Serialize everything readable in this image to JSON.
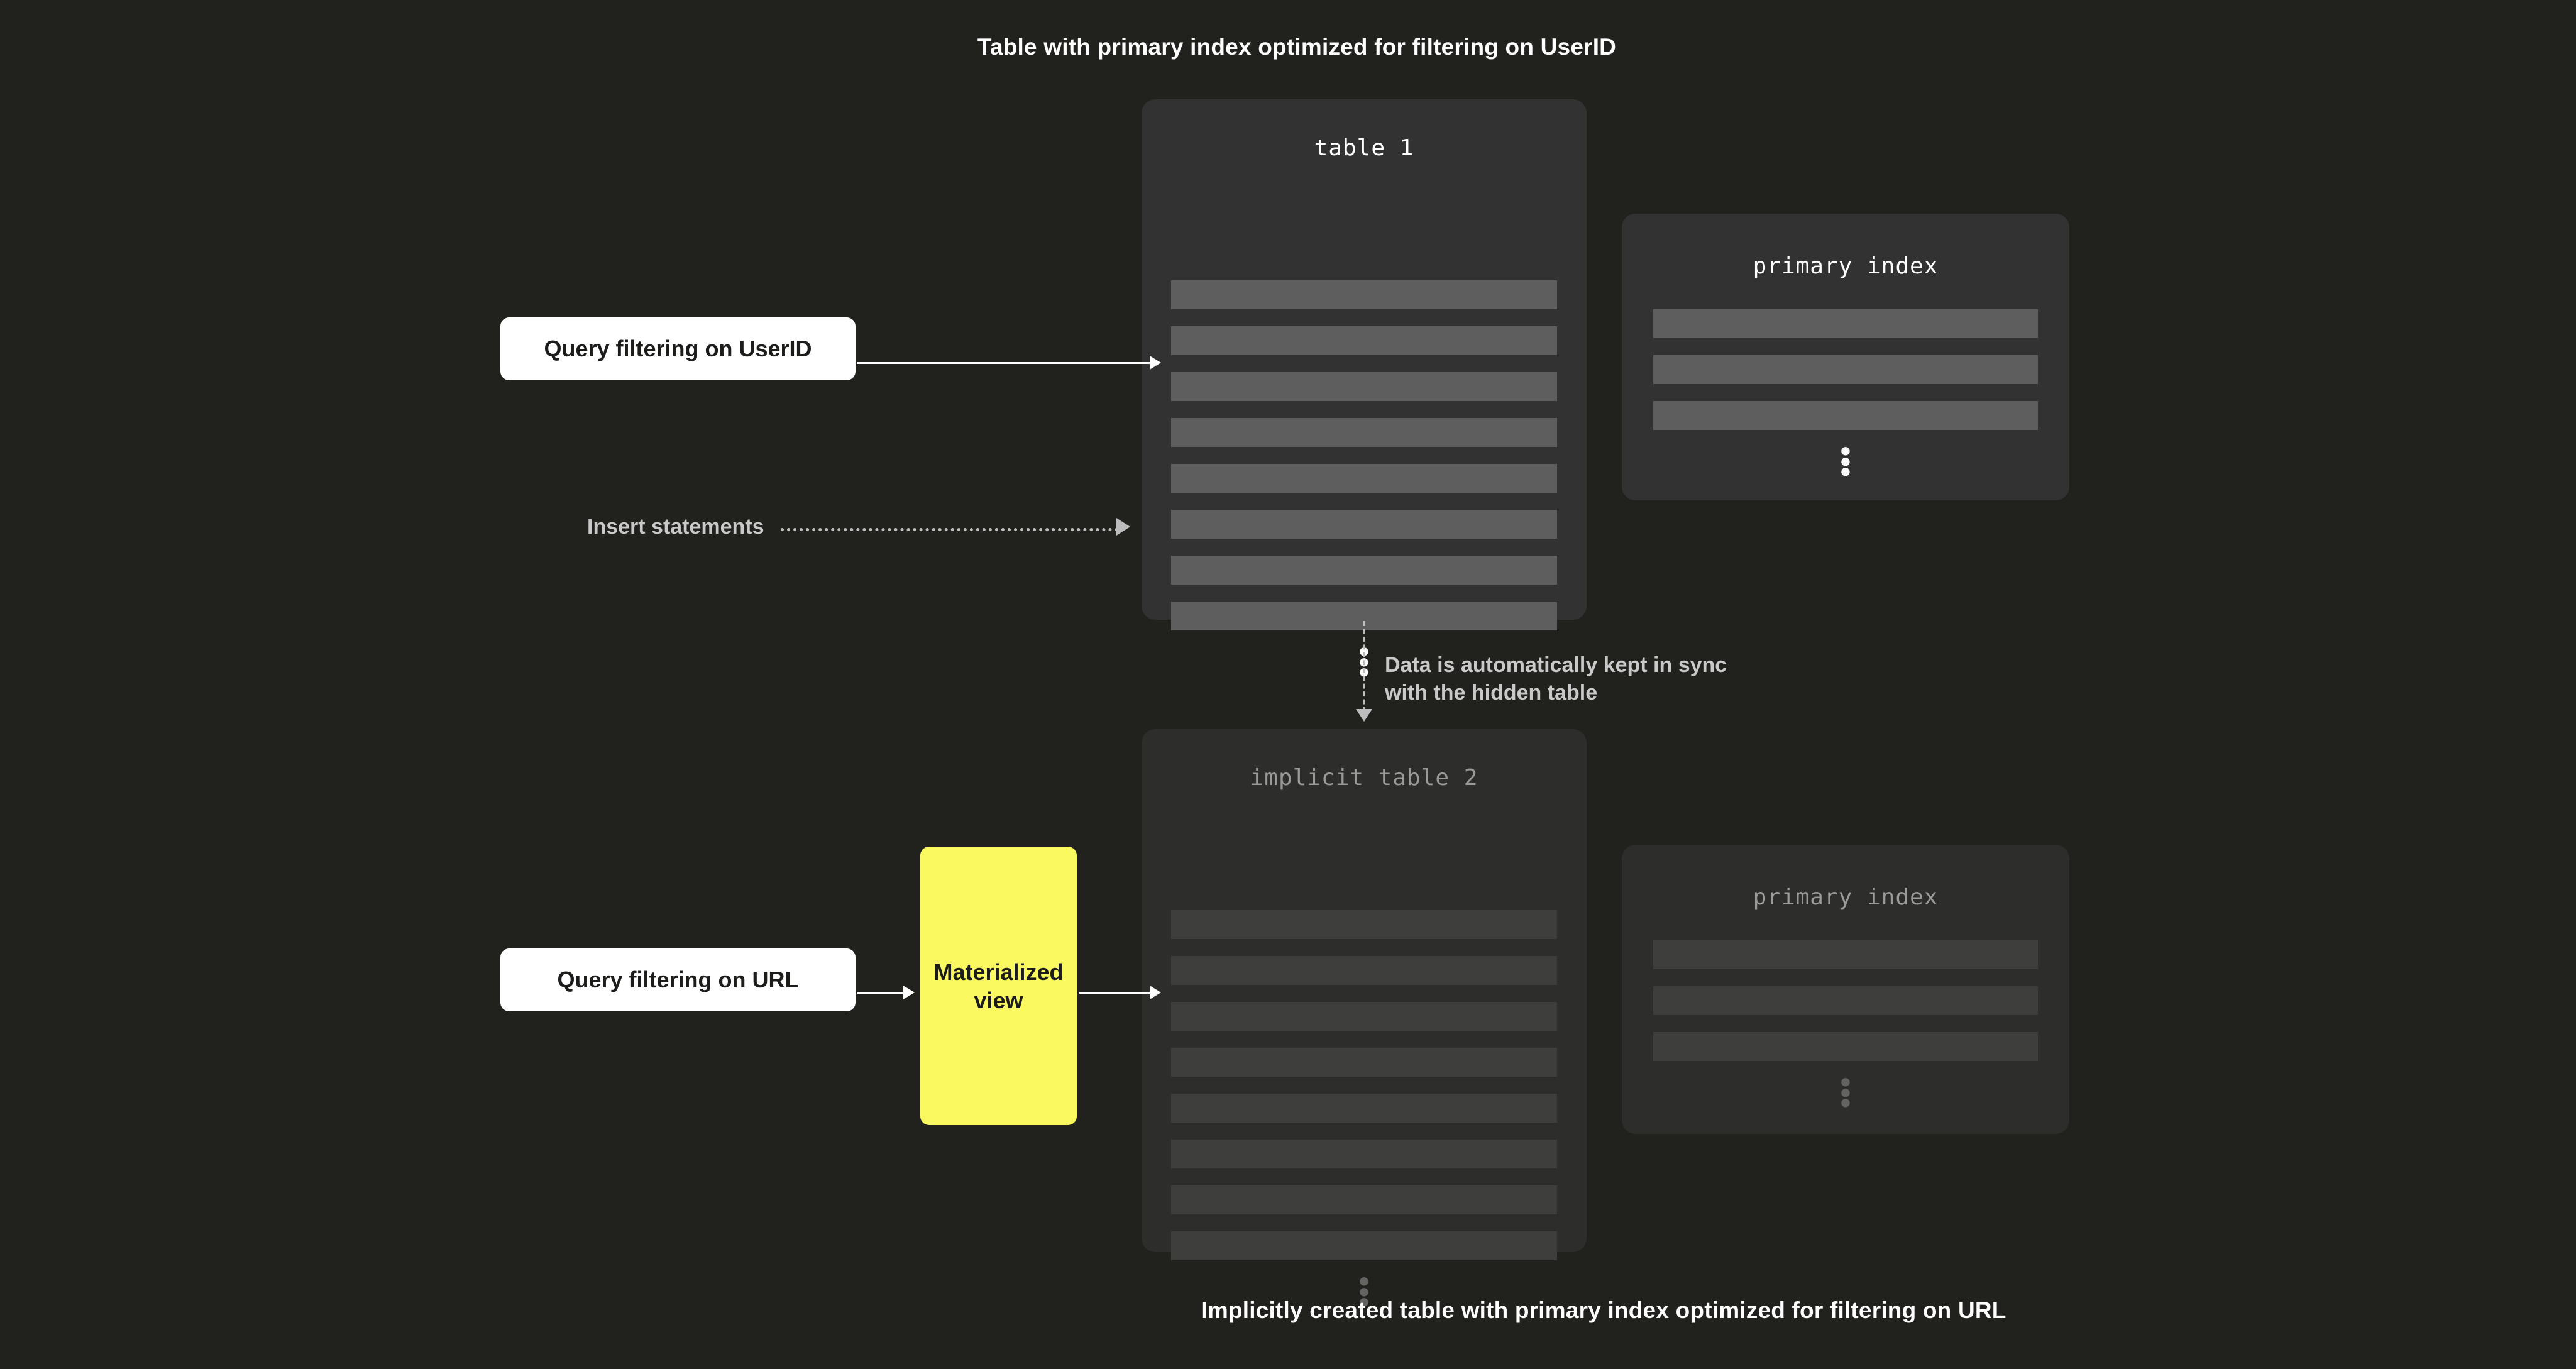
{
  "captions": {
    "top": "Table with primary index optimized for filtering on UserID",
    "bottom": "Implicitly created table with primary index optimized for filtering on URL"
  },
  "panels": {
    "table1": {
      "title": "table 1",
      "row_count": 8,
      "ellipsis": "⋮"
    },
    "index_top": {
      "title": "primary index",
      "row_count": 3,
      "ellipsis": "⋮"
    },
    "table2": {
      "title": "implicit table 2",
      "row_count": 8,
      "ellipsis": "⋮"
    },
    "index_bottom": {
      "title": "primary index",
      "row_count": 3,
      "ellipsis": "⋮"
    }
  },
  "nodes": {
    "query_userid": "Query filtering on UserID",
    "query_url": "Query filtering on URL",
    "materialized_view": "Materialized view"
  },
  "edges": {
    "insert_statements": "Insert statements",
    "sync_note": "Data is automatically kept in sync\nwith the hidden table"
  },
  "colors": {
    "background": "#21211e",
    "panel": "#323232",
    "panel_row": "#5e5e5e",
    "panel_row_dim": "#4a4a4a",
    "query_box": "#ffffff",
    "materialized_view": "#faf95f",
    "text_primary": "#ffffff",
    "text_muted": "#c9c9c9",
    "connector": "#ffffff",
    "connector_muted": "#bdbdbd"
  }
}
